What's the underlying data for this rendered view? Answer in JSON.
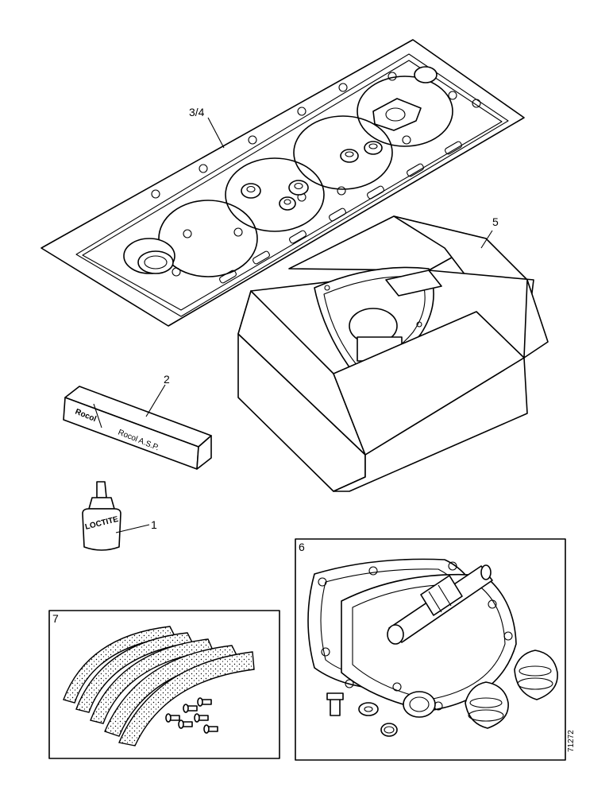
{
  "diagram": {
    "callouts": {
      "gasket_set": "3/4",
      "gasket_box": "5",
      "sealant_stick": "2",
      "loctite_bottle": "1",
      "water_pump_kit": "6",
      "brake_shoes": "7"
    },
    "product_labels": {
      "stick_brand": "Rocol",
      "stick_text": "Rocol A.S.P.",
      "bottle_text": "LOCTITE"
    },
    "drawing_number": "71272"
  }
}
